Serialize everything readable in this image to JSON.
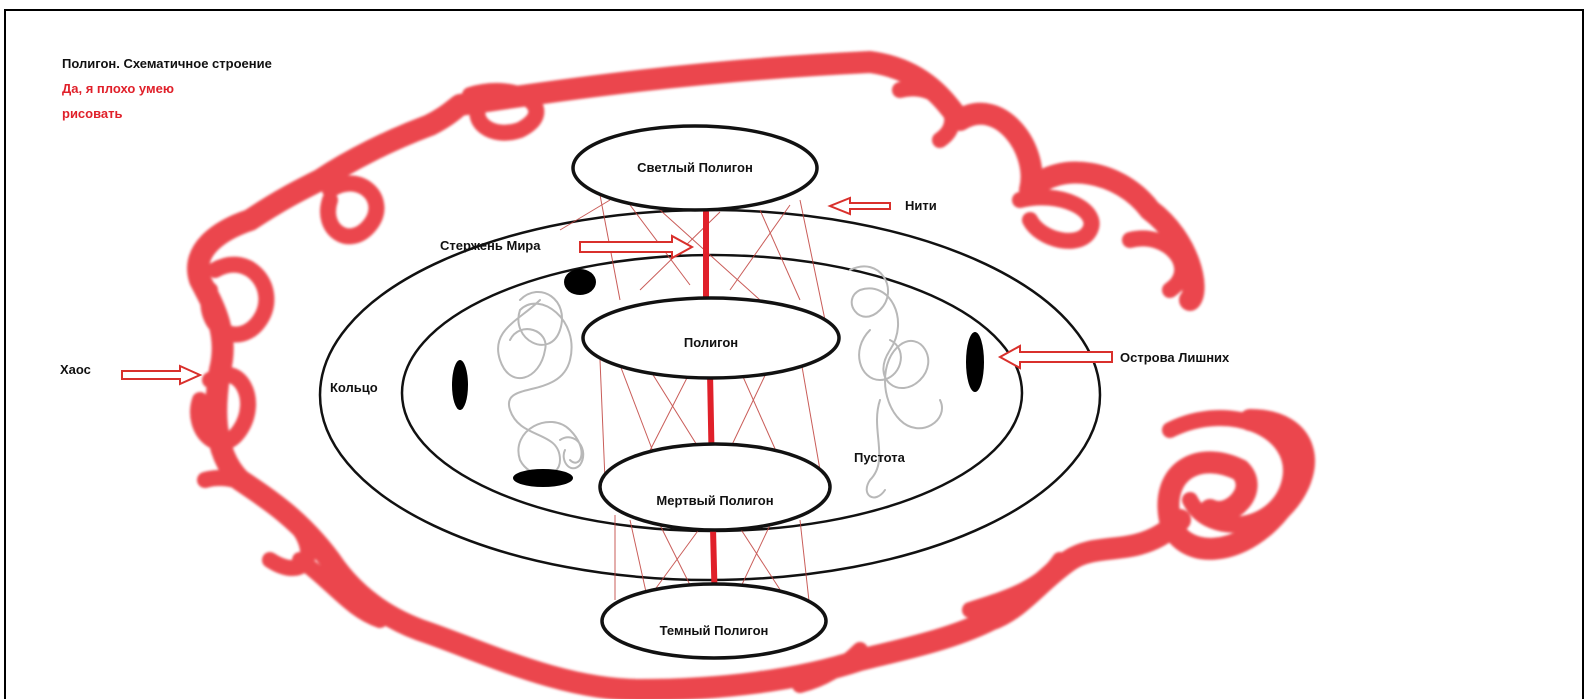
{
  "diagram": {
    "top_strip_text": "",
    "title": "Полигон. Схематичное строение",
    "subtitle_lines": [
      "Да, я плохо умею",
      "рисовать"
    ],
    "labels": {
      "light_polygon": "Светлый Полигон",
      "polygon": "Полигон",
      "dead_polygon": "Мертвый Полигон",
      "dark_polygon": "Темный Полигон",
      "threads": "Нити",
      "world_rod": "Стержень Мира",
      "ring": "Кольцо",
      "void": "Пустота",
      "chaos": "Хаос",
      "extra_islands": "Острова Лишних"
    },
    "colors": {
      "chaos_red": "#e8262e",
      "rod_red": "#e0202a",
      "thread_red": "#c0403c",
      "tangle_gray": "#b8b8b8",
      "outline": "#111111"
    }
  }
}
